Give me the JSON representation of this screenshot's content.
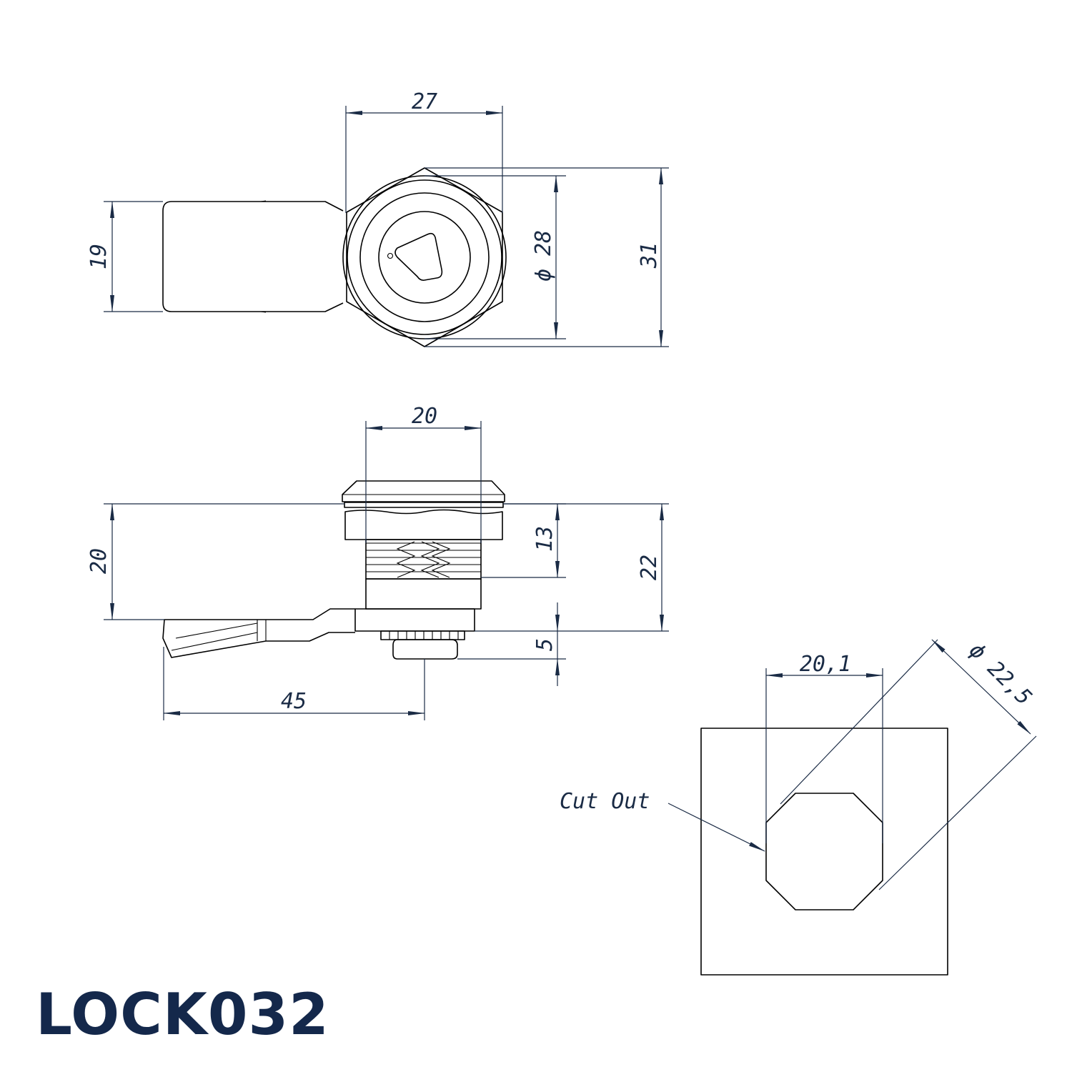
{
  "title": "LOCK032",
  "colors": {
    "dimension": "#1a2b45",
    "outline": "#000000",
    "title": "#14284b"
  },
  "front_view": {
    "width": "27",
    "cam_height": "19",
    "bezel_diameter": "ϕ 28",
    "overall_height": "31"
  },
  "side_view": {
    "body_width": "20",
    "cam_drop": "20",
    "thread_length": "13",
    "overall_length": "22",
    "tail_length": "5",
    "cam_length": "45"
  },
  "cutout": {
    "label": "Cut Out",
    "width": "20,1",
    "diameter": "ϕ 22,5"
  }
}
